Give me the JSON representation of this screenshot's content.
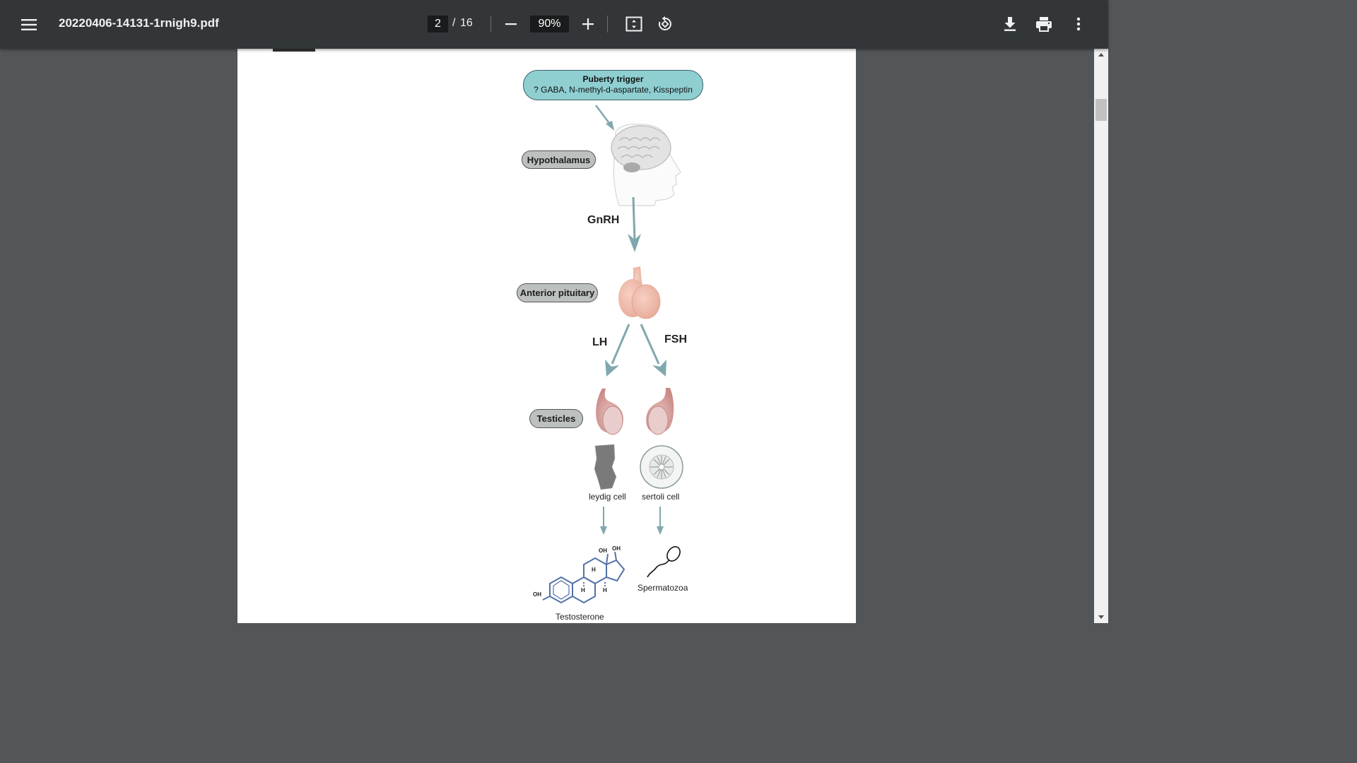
{
  "toolbar": {
    "menu_icon": "hamburger-menu-icon",
    "title": "20220406-14131-1rnigh9.pdf",
    "page_current": "2",
    "page_separator": "/",
    "page_total": "16",
    "zoom_value": "90%",
    "icons": [
      "minus-icon",
      "plus-icon",
      "fit-page-icon",
      "rotate-icon",
      "download-icon",
      "print-icon",
      "more-vert-icon"
    ]
  },
  "diagram": {
    "trigger_title": "Puberty trigger",
    "trigger_sub": "? GABA, N-methyl-d-aspartate, Kisspeptin",
    "hypothalamus": "Hypothalamus",
    "gnrh": "GnRH",
    "anterior_pituitary": "Anterior pituitary",
    "lh": "LH",
    "fsh": "FSH",
    "testicles": "Testicles",
    "leydig": "leydig cell",
    "sertoli": "sertoli cell",
    "spermatozoa": "Spermatozoa",
    "testosterone": "Testosterone",
    "oh_left": "OH",
    "oh_top1": "OH",
    "oh_top2": "OH",
    "h1": "H",
    "h2": "H",
    "h3": "H"
  },
  "colors": {
    "toolbar_bg": "#323639",
    "viewer_bg": "#525659",
    "trigger_fill": "#8fcfd2",
    "pill_fill": "#bcc0bf",
    "arrow": "#7fa8ad",
    "molecule": "#5472a8"
  }
}
